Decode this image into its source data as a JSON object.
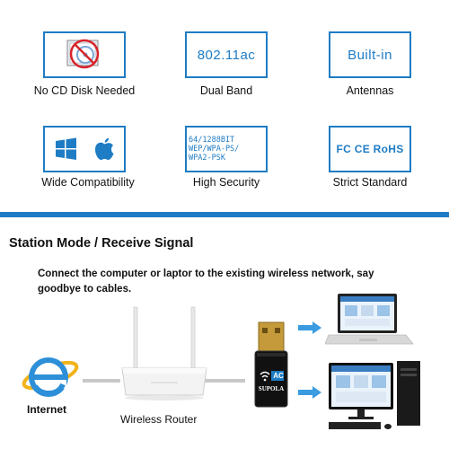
{
  "features": [
    {
      "id": "no-cd",
      "label": "No CD Disk Needed",
      "box_text": "",
      "icon": "no-cd-disk-icon"
    },
    {
      "id": "dual-band",
      "label": "Dual Band",
      "box_text": "802.11ac",
      "icon": ""
    },
    {
      "id": "antennas",
      "label": "Antennas",
      "box_text": "Built-in",
      "icon": ""
    },
    {
      "id": "compat",
      "label": "Wide  Compatibility",
      "box_text": "",
      "icon": "windows-apple-icons"
    },
    {
      "id": "security",
      "label": "High Security",
      "box_text_lines": [
        "64/1288BIT",
        "WEP/WPA-PS/",
        "WPA2-PSK"
      ],
      "icon": ""
    },
    {
      "id": "standard",
      "label": "Strict Standard",
      "box_text": "FC CE RoHS",
      "icon": "certification-logos-icon"
    }
  ],
  "section": {
    "title": "Station Mode / Receive Signal",
    "description": "Connect the computer or laptor to the existing wireless network, say goodbye to cables."
  },
  "diagram": {
    "internet_label": "Internet",
    "router_label": "Wireless Router",
    "adapter_brand": "SUPOLA",
    "adapter_badge": "AC"
  },
  "colors": {
    "accent": "#1e7cc4",
    "arrow": "#3a9be0",
    "divider": "#1e7cc4"
  }
}
